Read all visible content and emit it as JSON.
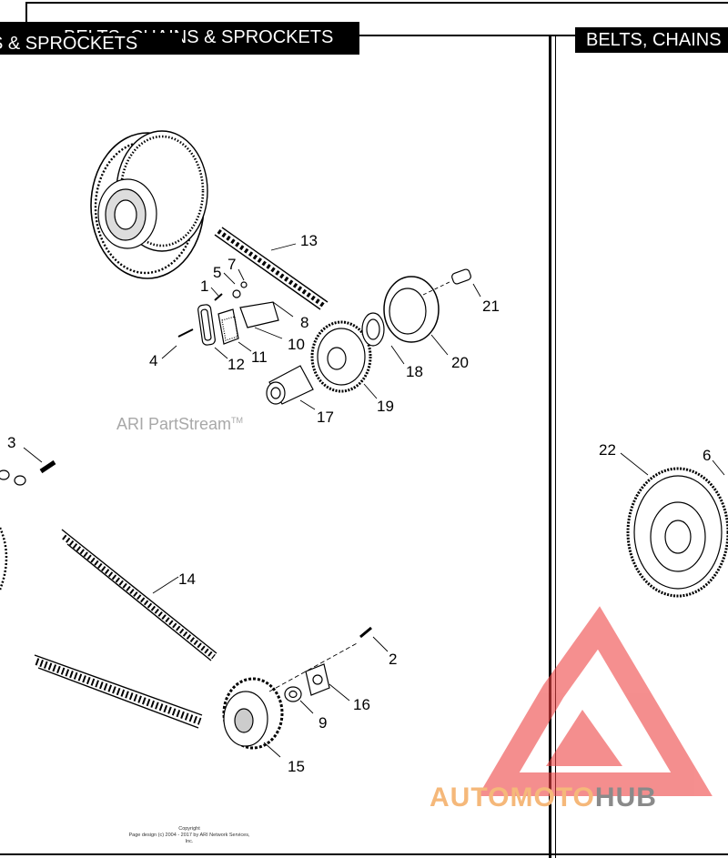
{
  "page_title_left": "S & SPROCKETS",
  "page_title_left_ghost": "BELTS, CHAINS & SPROCKETS",
  "page_title_right": "BELTS, CHAINS",
  "watermark": "ARI PartStream",
  "watermark_tm": "TM",
  "copyright_line1": "Copyright",
  "copyright_line2": "Page design (c) 2004 - 2017 by ARI Network Services, Inc.",
  "brand_part1": "AUTOMOTO",
  "brand_part2": "HUB",
  "callouts": {
    "c1": "1",
    "c2": "2",
    "c3": "3",
    "c4": "4",
    "c5": "5",
    "c6": "6",
    "c7": "7",
    "c8": "8",
    "c9": "9",
    "c10": "10",
    "c11": "11",
    "c12": "12",
    "c13": "13",
    "c14": "14",
    "c15": "15",
    "c16": "16",
    "c17": "17",
    "c18": "18",
    "c19": "19",
    "c20": "20",
    "c21": "21",
    "c22": "22"
  },
  "colors": {
    "line": "#000000",
    "logo_red": "#ee4444",
    "logo_orange": "#f5b87a",
    "logo_gray": "#8a8a8a"
  }
}
